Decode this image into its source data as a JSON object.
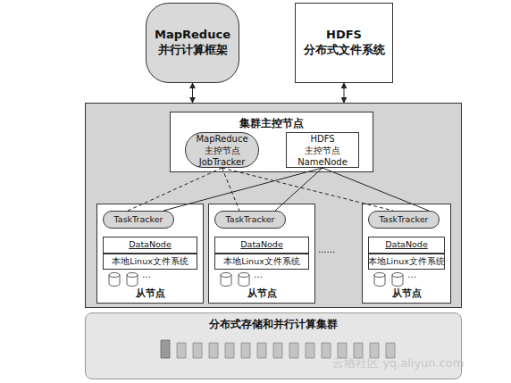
{
  "diagram": {
    "nodes": [
      {
        "text": [
          "MapReduce 并行计算框架"
        ]
      },
      {
        "text": [
          "HDFS 分布式文件系统"
        ]
      },
      {
        "text": []
      },
      {
        "text": [
          "集群主控节点"
        ],
        "in": 2
      },
      {
        "text": [
          "MapReduce 主控节点 JobTracker"
        ],
        "in": 3
      },
      {
        "text": [
          "HDFS 主控节点 NameNode"
        ],
        "in": 3
      },
      {
        "text": [
          "从节点"
        ],
        "in": 2
      },
      {
        "text": [
          "TaskTracker"
        ],
        "in": 6
      },
      {
        "text": [
          "DataNode"
        ],
        "in": 6
      },
      {
        "text": [
          "本地Linux文件系统"
        ],
        "in": 6
      },
      {
        "text": [
          "从节点"
        ],
        "in": 2
      },
      {
        "text": [
          "TaskTracker"
        ],
        "in": 10
      },
      {
        "text": [
          "DataNode"
        ],
        "in": 10
      },
      {
        "text": [
          "本地Linux文件系统"
        ],
        "in": 10
      },
      {
        "text": [
          "从节点"
        ],
        "in": 2
      },
      {
        "text": [
          "TaskTracker"
        ],
        "in": 14
      },
      {
        "text": [
          "DataNode"
        ],
        "in": 14
      },
      {
        "text": [
          "本地Linux文件系统"
        ],
        "in": 14
      },
      {
        "text": [
          "分布式存储和并行计算集群"
        ]
      }
    ],
    "edges": [
      {
        "from": 0,
        "to": 2,
        "arrow": "both"
      },
      {
        "from": 1,
        "to": 2,
        "arrow": "both"
      },
      {
        "from": 4,
        "to": 7,
        "arrow": "none"
      },
      {
        "from": 4,
        "to": 11,
        "arrow": "none"
      },
      {
        "from": 4,
        "to": 15,
        "arrow": "none"
      },
      {
        "from": 5,
        "to": 7,
        "arrow": "none"
      },
      {
        "from": 5,
        "to": 11,
        "arrow": "none"
      },
      {
        "from": 5,
        "to": 15,
        "arrow": "none"
      }
    ],
    "labels": [
      "…",
      "…",
      "…",
      "......",
      "云栖社区 yq.aliyun.com"
    ]
  }
}
